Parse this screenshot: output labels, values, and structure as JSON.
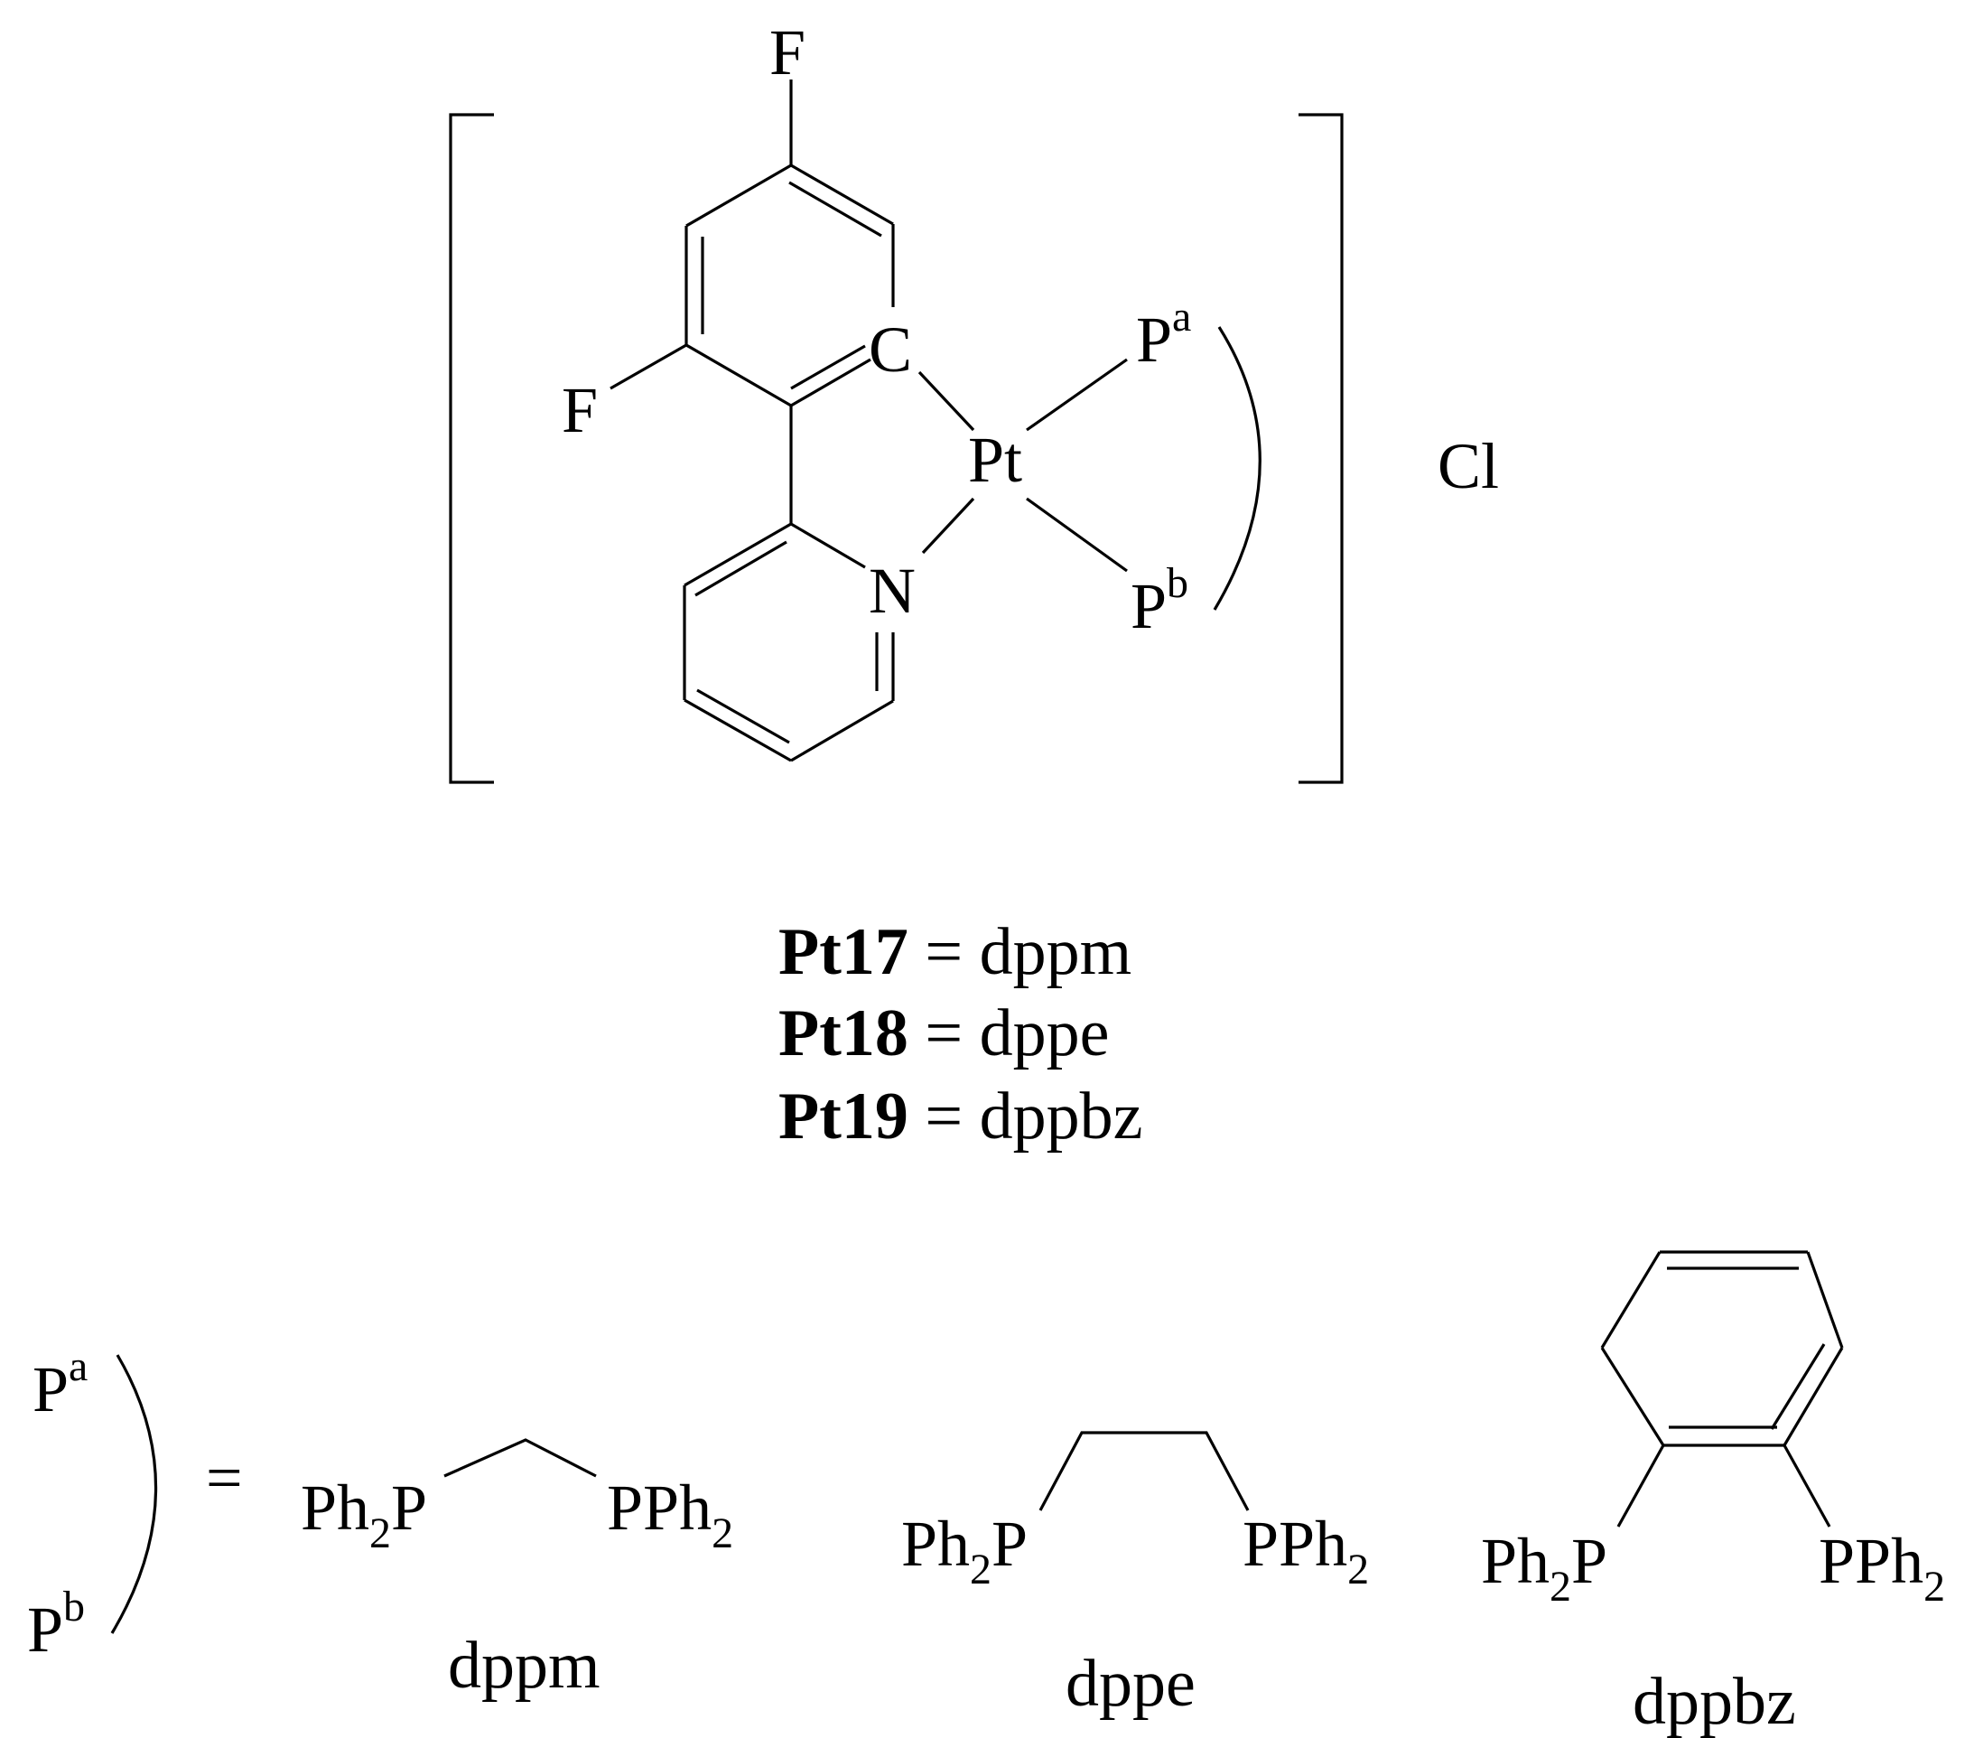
{
  "complex": {
    "atoms": {
      "f_top": "F",
      "f_left": "F",
      "c": "C",
      "pt": "Pt",
      "n": "N",
      "p_a": "P",
      "p_a_sup": "a",
      "p_b": "P",
      "p_b_sup": "b"
    },
    "counter_ion": "Cl"
  },
  "compounds": [
    {
      "id": "Pt17",
      "ligand": "dppm"
    },
    {
      "id": "Pt18",
      "ligand": "dppe"
    },
    {
      "id": "Pt19",
      "ligand": "dppbz"
    }
  ],
  "equals": " = ",
  "legend": {
    "p_a": "P",
    "p_a_sup": "a",
    "p_b": "P",
    "p_b_sup": "b",
    "equals_sign": "=",
    "ph2p": "Ph",
    "pph2": "PPh",
    "sub2": "2",
    "p": "P",
    "names": [
      "dppm",
      "dppe",
      "dppbz"
    ]
  }
}
